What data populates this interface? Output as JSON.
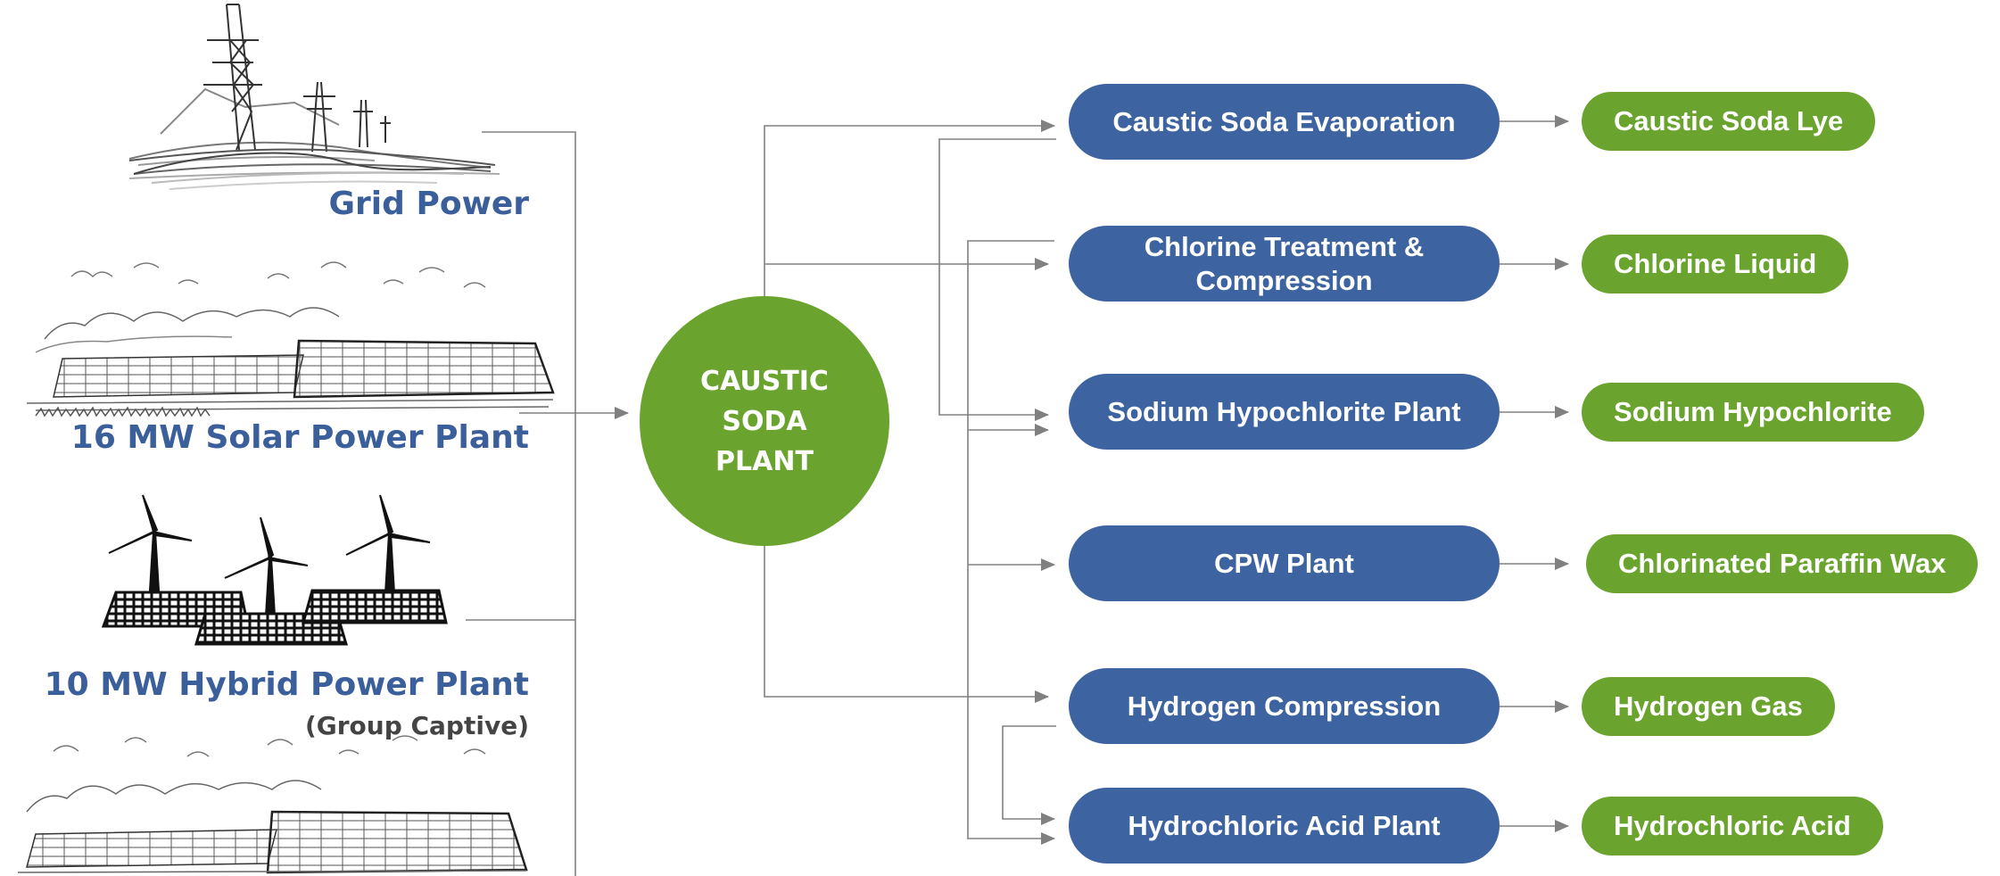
{
  "sources": {
    "grid": {
      "label": "Grid Power"
    },
    "solar": {
      "label": "16 MW Solar Power Plant"
    },
    "hybrid": {
      "label": "10 MW Hybrid Power Plant",
      "sublabel": "(Group Captive)"
    }
  },
  "plant": {
    "lines": [
      "CAUSTIC",
      "SODA",
      "PLANT"
    ]
  },
  "processes": [
    {
      "label": "Caustic Soda Evaporation",
      "product": "Caustic Soda Lye"
    },
    {
      "label": "Chlorine Treatment & Compression",
      "product": "Chlorine Liquid"
    },
    {
      "label": "Sodium Hypochlorite Plant",
      "product": "Sodium Hypochlorite"
    },
    {
      "label": "CPW Plant",
      "product": "Chlorinated Paraffin Wax"
    },
    {
      "label": "Hydrogen Compression",
      "product": "Hydrogen Gas"
    },
    {
      "label": "Hydrochloric Acid Plant",
      "product": "Hydrochloric Acid"
    }
  ],
  "colors": {
    "process_fill": "#3d64a0",
    "product_fill": "#6aa42f",
    "plant_fill": "#6aa42f",
    "source_label": "#3b5f9b",
    "connector": "#808080"
  },
  "icons": {
    "grid": "transmission-tower-illustration",
    "solar": "solar-panel-field-illustration",
    "hybrid": "wind-turbine-solar-hybrid-illustration",
    "bottom": "solar-panel-field-illustration"
  }
}
